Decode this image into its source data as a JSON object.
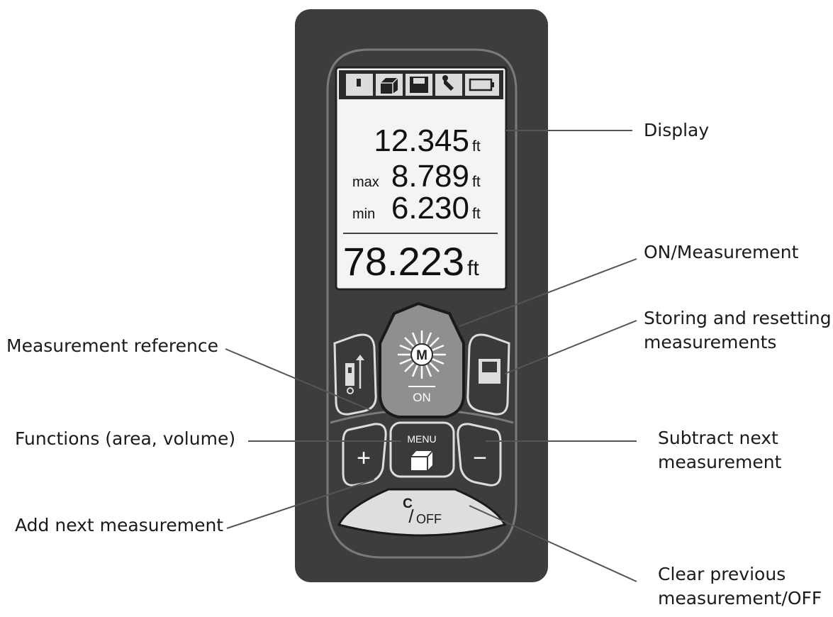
{
  "display": {
    "line1": {
      "value": "12.345",
      "unit": "ft"
    },
    "line2": {
      "prefix": "max",
      "value": "8.789",
      "unit": "ft"
    },
    "line3": {
      "prefix": "min",
      "value": "6.230",
      "unit": "ft"
    },
    "result": {
      "value": "78.223",
      "unit": "ft"
    },
    "status_icons": [
      "laser-icon",
      "cube-icon",
      "floppy-disk-icon",
      "wrench-icon",
      "battery-icon"
    ]
  },
  "buttons": {
    "measure": {
      "letter": "M",
      "label": "ON"
    },
    "menu": {
      "label": "MENU"
    },
    "plus": {
      "label": "+"
    },
    "minus": {
      "label": "−"
    },
    "clear": {
      "top": "C",
      "slash": "/",
      "label": "OFF"
    }
  },
  "callouts": {
    "display": [
      "Display"
    ],
    "measure": [
      "ON/Measurement"
    ],
    "storing": [
      "Storing and resetting",
      "measurements"
    ],
    "reference": [
      "Measurement reference"
    ],
    "functions": [
      "Functions (area, volume)"
    ],
    "subtract": [
      "Subtract next",
      "measurement"
    ],
    "add": [
      "Add next measurement"
    ],
    "clear": [
      "Clear previous",
      "measurement/OFF"
    ]
  },
  "colors": {
    "body": "#3d3d3d",
    "frame": "#7a7a7a",
    "screen": "#f4f4f4",
    "measure_button": "#8f8f8f",
    "button_face": "#3a3a3a",
    "clear_button": "#dedede",
    "leader": "#555555"
  }
}
